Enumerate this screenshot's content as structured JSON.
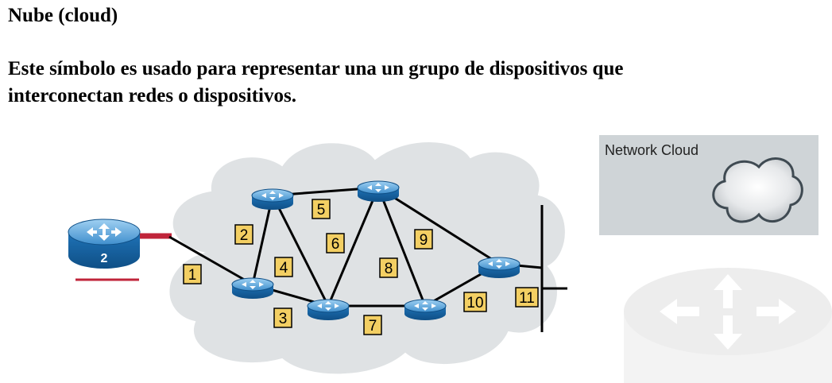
{
  "title": "Nube (cloud)",
  "description": "Este símbolo es usado para representar una un grupo de dispositivos que interconectan redes  o dispositivos.",
  "external_router_label": "2",
  "legend": {
    "label": "Network Cloud"
  },
  "link_labels": [
    "1",
    "2",
    "3",
    "4",
    "5",
    "6",
    "7",
    "8",
    "9",
    "10",
    "11"
  ],
  "colors": {
    "router_blue": "#1f73b7",
    "router_top": "#6fb3e3",
    "cloud_fill": "#dfe2e4",
    "label_fill": "#f3cf63",
    "link_red": "#c0243a"
  }
}
